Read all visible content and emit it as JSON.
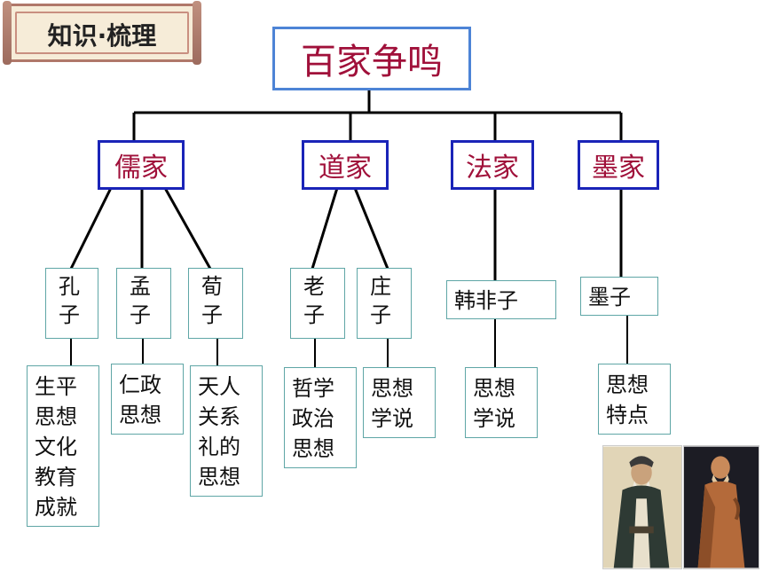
{
  "banner": {
    "title": "知识·梳理"
  },
  "root": {
    "label": "百家争鸣"
  },
  "schools": [
    {
      "label": "儒家"
    },
    {
      "label": "道家"
    },
    {
      "label": "法家"
    },
    {
      "label": "墨家"
    }
  ],
  "thinkers": [
    {
      "label": "孔子"
    },
    {
      "label": "孟子"
    },
    {
      "label": "荀子"
    },
    {
      "label": "老子"
    },
    {
      "label": "庄子"
    },
    {
      "label": "韩非子"
    },
    {
      "label": "墨子"
    }
  ],
  "topics": [
    {
      "label": "生平思想文化教育成就"
    },
    {
      "label": "仁政思想"
    },
    {
      "label": "天人关系礼的思想"
    },
    {
      "label": "哲学政治思想"
    },
    {
      "label": "思想学说"
    },
    {
      "label": "思想学说"
    },
    {
      "label": "思想特点"
    }
  ],
  "images": [
    "confucius-portrait",
    "laozi-statue"
  ],
  "colors": {
    "school_border": "#1a24b8",
    "root_border": "#4d84d6",
    "accent_text": "#a0103a",
    "node_border": "#5fa6a6"
  }
}
